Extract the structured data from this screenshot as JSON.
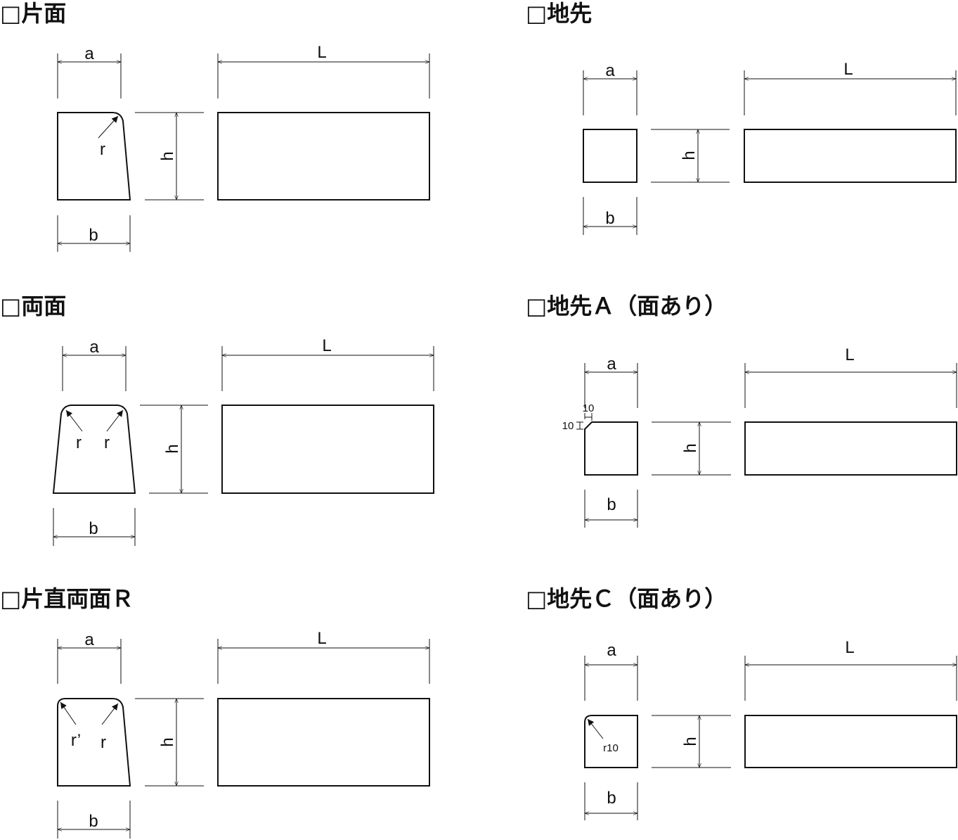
{
  "panels": {
    "katamen": {
      "title": "□片面",
      "a": "a",
      "b": "b",
      "h": "h",
      "L": "L",
      "r": "r"
    },
    "jisaki": {
      "title": "□地先",
      "a": "a",
      "b": "b",
      "h": "h",
      "L": "L"
    },
    "ryomen": {
      "title": "□両面",
      "a": "a",
      "b": "b",
      "h": "h",
      "L": "L",
      "r_left": "r",
      "r_right": "r"
    },
    "jisaki_a": {
      "title": "□地先Ａ（面あり）",
      "a": "a",
      "b": "b",
      "h": "h",
      "L": "L",
      "chamfer_h": "10",
      "chamfer_v": "10"
    },
    "katachoku": {
      "title": "□片直両面Ｒ",
      "a": "a",
      "b": "b",
      "h": "h",
      "L": "L",
      "r_left": "r’",
      "r_right": "r"
    },
    "jisaki_c": {
      "title": "□地先Ｃ（面あり）",
      "a": "a",
      "b": "b",
      "h": "h",
      "L": "L",
      "r": "r10"
    }
  }
}
